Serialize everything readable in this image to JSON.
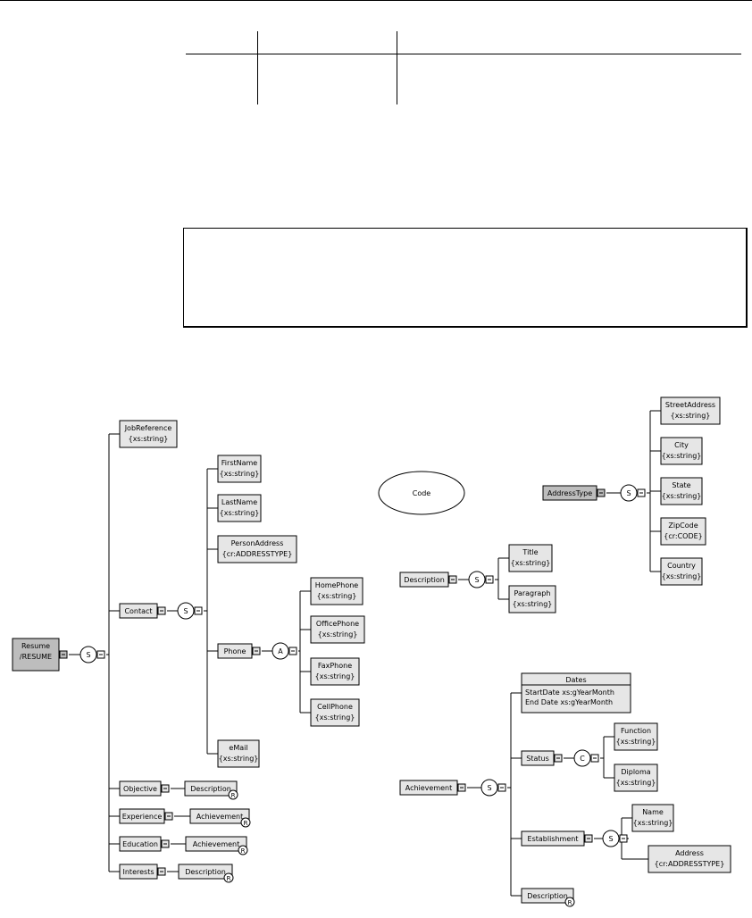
{
  "diagram": {
    "code_label": "Code",
    "nodes": {
      "resume": [
        "Resume",
        "/RESUME"
      ],
      "job_reference": [
        "JobReference",
        "{xs:string}"
      ],
      "contact": [
        "Contact"
      ],
      "first_name": [
        "FirstName",
        "{xs:string}"
      ],
      "last_name": [
        "LastName",
        "{xs:string}"
      ],
      "person_address": [
        "PersonAddress",
        "{cr:ADDRESSTYPE}"
      ],
      "phone": [
        "Phone"
      ],
      "home_phone": [
        "HomePhone",
        "{xs:string}"
      ],
      "office_phone": [
        "OfficePhone",
        "{xs:string}"
      ],
      "fax_phone": [
        "FaxPhone",
        "{xs:string}"
      ],
      "cell_phone": [
        "CellPhone",
        "{xs:string}"
      ],
      "email": [
        "eMail",
        "{xs:string}"
      ],
      "objective": [
        "Objective"
      ],
      "objective_ref": [
        "Description"
      ],
      "experience": [
        "Experience"
      ],
      "experience_ref": [
        "Achievement"
      ],
      "education": [
        "Education"
      ],
      "education_ref": [
        "Achievement"
      ],
      "interests": [
        "Interests"
      ],
      "interests_ref": [
        "Description"
      ],
      "address_type": [
        "AddressType"
      ],
      "street_address": [
        "StreetAddress",
        "{xs:string}"
      ],
      "city": [
        "City",
        "{xs:string}"
      ],
      "state": [
        "State",
        "{xs:string}"
      ],
      "zip_code": [
        "ZipCode",
        "{cr:CODE}"
      ],
      "country": [
        "Country",
        "{xs:string}"
      ],
      "description": [
        "Description"
      ],
      "title": [
        "Title",
        "{xs:string}"
      ],
      "paragraph": [
        "Paragraph",
        "{xs:string}"
      ],
      "achievement": [
        "Achievement"
      ],
      "dates": [
        "Dates",
        "StartDate   xs:gYearMonth",
        "End Date   xs:gYearMonth"
      ],
      "status": [
        "Status"
      ],
      "function": [
        "Function",
        "{xs:string}"
      ],
      "diploma": [
        "Diploma",
        "{xs:string}"
      ],
      "establishment": [
        "Establishment"
      ],
      "name": [
        "Name",
        "{xs:string}"
      ],
      "address": [
        "Address",
        "{cr:ADDRESSTYPE}"
      ],
      "achievement_description": [
        "Description"
      ]
    },
    "operators": {
      "resume_seq": "S",
      "contact_seq": "S",
      "phone_all": "A",
      "address_seq": "S",
      "description_seq": "S",
      "achievement_seq": "S",
      "status_choice": "C",
      "establishment_seq": "S"
    },
    "reference_marker": "R"
  }
}
